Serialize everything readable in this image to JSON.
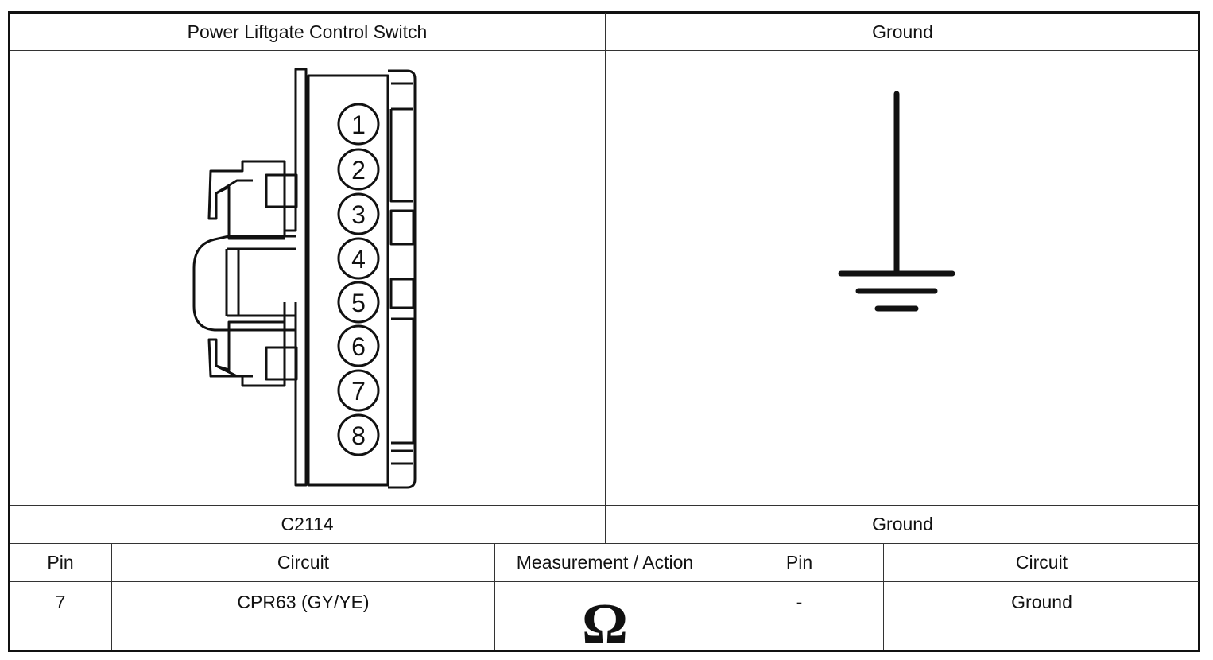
{
  "header": {
    "left_title": "Power Liftgate Control Switch",
    "right_title": "Ground"
  },
  "connector": {
    "pins": [
      "1",
      "2",
      "3",
      "4",
      "5",
      "6",
      "7",
      "8"
    ],
    "left_id": "C2114",
    "right_id": "Ground"
  },
  "table": {
    "columns": [
      "Pin",
      "Circuit",
      "Measurement / Action",
      "Pin",
      "Circuit"
    ],
    "rows": [
      {
        "pin_a": "7",
        "circuit_a": "CPR63 (GY/YE)",
        "measurement_icon": "ohm-symbol-icon",
        "measurement_glyph": "Ω",
        "pin_b": "-",
        "circuit_b": "Ground"
      }
    ]
  }
}
